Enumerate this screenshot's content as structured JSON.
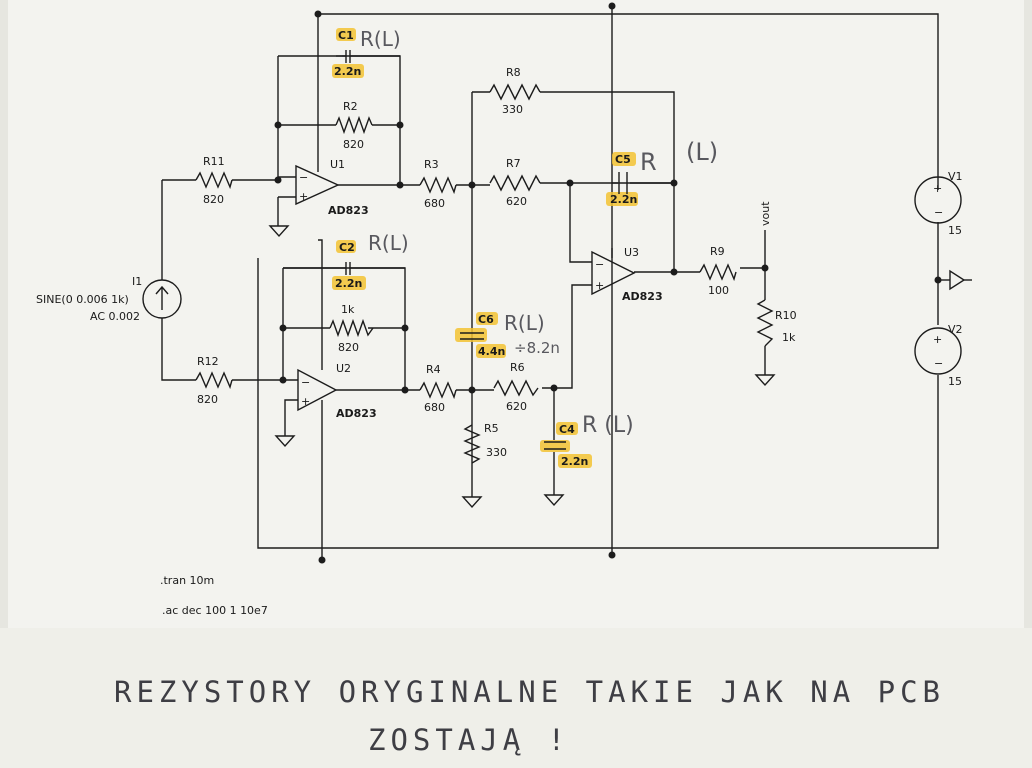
{
  "components": {
    "C1": {
      "ref": "C1",
      "value": "2.2n",
      "note": "R(L)"
    },
    "C2": {
      "ref": "C2",
      "value": "2.2n",
      "note": "R(L)"
    },
    "C4": {
      "ref": "C4",
      "value": "2.2n",
      "note": "R (L)"
    },
    "C5": {
      "ref": "C5",
      "value": "2.2n",
      "note": "R",
      "note2": "(L)"
    },
    "C6": {
      "ref": "C6",
      "value": "4.4n",
      "note": "R(L)",
      "note2": "÷8.2n"
    },
    "R1k": {
      "ref": "1k",
      "value": "820"
    },
    "R2": {
      "ref": "R2",
      "value": "820"
    },
    "R3": {
      "ref": "R3",
      "value": "680"
    },
    "R4": {
      "ref": "R4",
      "value": "680"
    },
    "R5": {
      "ref": "R5",
      "value": "330"
    },
    "R6": {
      "ref": "R6",
      "value": "620"
    },
    "R7": {
      "ref": "R7",
      "value": "620"
    },
    "R8": {
      "ref": "R8",
      "value": "330"
    },
    "R9": {
      "ref": "R9",
      "value": "100"
    },
    "R10": {
      "ref": "R10",
      "value": "1k"
    },
    "R11": {
      "ref": "R11",
      "value": "820"
    },
    "R12": {
      "ref": "R12",
      "value": "820"
    },
    "U1": {
      "ref": "U1",
      "part": "AD823"
    },
    "U2": {
      "ref": "U2",
      "part": "AD823"
    },
    "U3": {
      "ref": "U3",
      "part": "AD823"
    },
    "I1": {
      "ref": "I1",
      "line1": "SINE(0 0.006 1k)",
      "line2": "AC 0.002"
    },
    "V1": {
      "ref": "V1",
      "value": "15"
    },
    "V2": {
      "ref": "V2",
      "value": "15"
    }
  },
  "net_labels": {
    "vout": "vout"
  },
  "directives": {
    "tran": ".tran 10m",
    "ac": ".ac dec 100 1 10e7"
  },
  "handwritten_note": {
    "line1": "REZYSTORY ORYGINALNE TAKIE JAK NA PCB",
    "line2": "ZOSTAJĄ !"
  },
  "colors": {
    "highlight": "#f2c233",
    "wire": "#1c1c1c",
    "paper": "#f3f3ef",
    "handwriting": "#58585e"
  }
}
